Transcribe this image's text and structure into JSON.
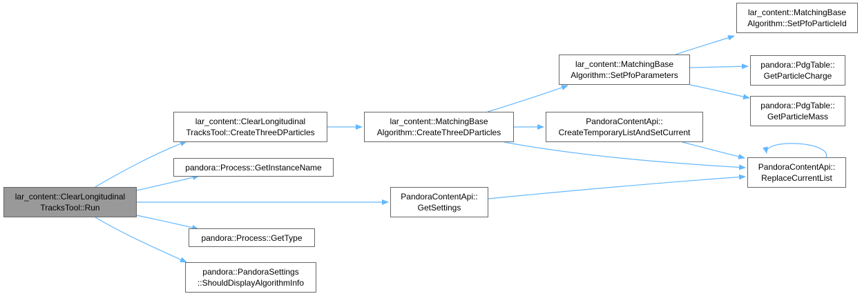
{
  "colors": {
    "edge": "#63b8ff",
    "node_border": "#666666",
    "root_fill": "#999999",
    "node_fill": "#ffffff"
  },
  "nodes": {
    "run": "lar_content::ClearLongitudinal\nTracksTool::Run",
    "clt_create3d": "lar_content::ClearLongitudinal\nTracksTool::CreateThreeDParticles",
    "get_instance_name": "pandora::Process::GetInstanceName",
    "get_type": "pandora::Process::GetType",
    "should_display": "pandora::PandoraSettings\n::ShouldDisplayAlgorithmInfo",
    "mba_create3d": "lar_content::MatchingBase\nAlgorithm::CreateThreeDParticles",
    "get_settings": "PandoraContentApi::\nGetSettings",
    "set_pfo_params": "lar_content::MatchingBase\nAlgorithm::SetPfoParameters",
    "create_temp_list": "PandoraContentApi::\nCreateTemporaryListAndSetCurrent",
    "set_pfo_pid": "lar_content::MatchingBase\nAlgorithm::SetPfoParticleId",
    "get_charge": "pandora::PdgTable::\nGetParticleCharge",
    "get_mass": "pandora::PdgTable::\nGetParticleMass",
    "replace_list": "PandoraContentApi::\nReplaceCurrentList"
  }
}
